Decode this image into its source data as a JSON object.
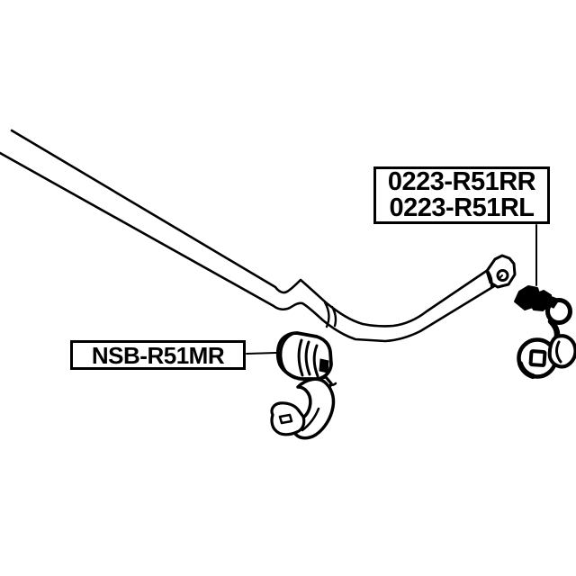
{
  "canvas": {
    "background": "#ffffff",
    "line_color": "#000000"
  },
  "labels": {
    "stabilizer_link": {
      "line1": "0223-R51RR",
      "line2": "0223-R51RL"
    },
    "stabilizer_bushing": {
      "line1": "NSB-R51MR"
    }
  }
}
